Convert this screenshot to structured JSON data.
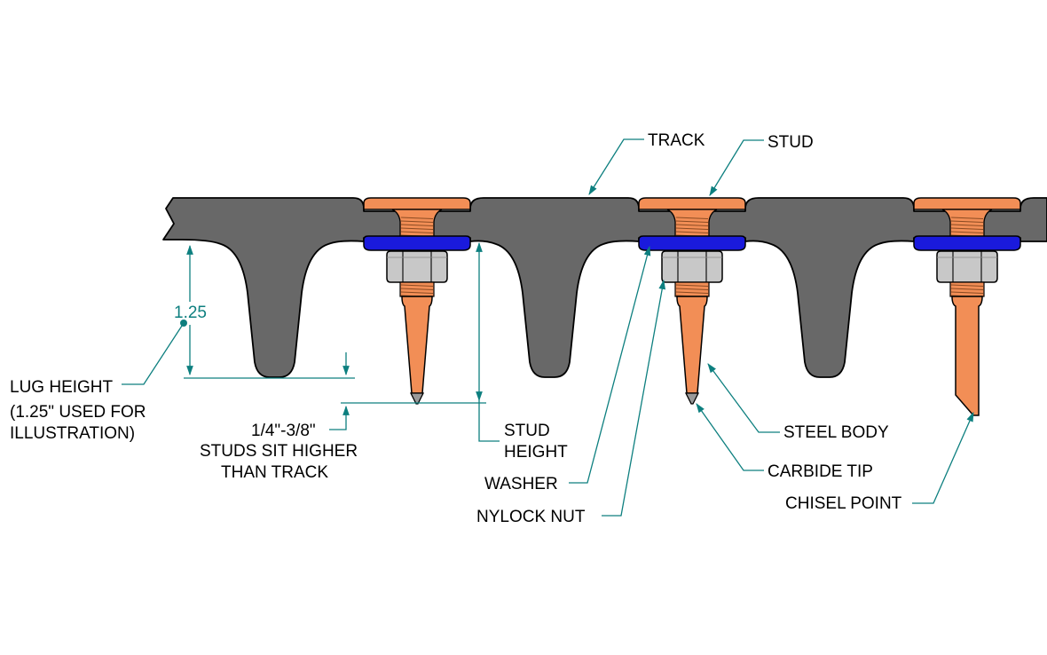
{
  "colors": {
    "track": "#686868",
    "stud_copper": "#f28e56",
    "washer": "#1a1adc",
    "nut": "#c8c8c8",
    "leader": "#0d7f7f",
    "outline": "#000000"
  },
  "labels": {
    "track": "TRACK",
    "stud": "STUD",
    "lug_height": "LUG HEIGHT",
    "lug_note_line1": "(1.25\" USED FOR",
    "lug_note_line2": "ILLUSTRATION)",
    "stud_offset": "1/4\"-3/8\"",
    "stud_offset_note1": "STUDS SIT HIGHER",
    "stud_offset_note2": "THAN TRACK",
    "stud_height_line1": "STUD",
    "stud_height_line2": "HEIGHT",
    "washer": "WASHER",
    "nylock_nut": "NYLOCK NUT",
    "steel_body": "STEEL BODY",
    "carbide_tip": "CARBIDE TIP",
    "chisel_point": "CHISEL POINT"
  },
  "dimensions": {
    "lug_height_value": "1.25"
  },
  "icons": [
    "arrow-head-icon"
  ]
}
